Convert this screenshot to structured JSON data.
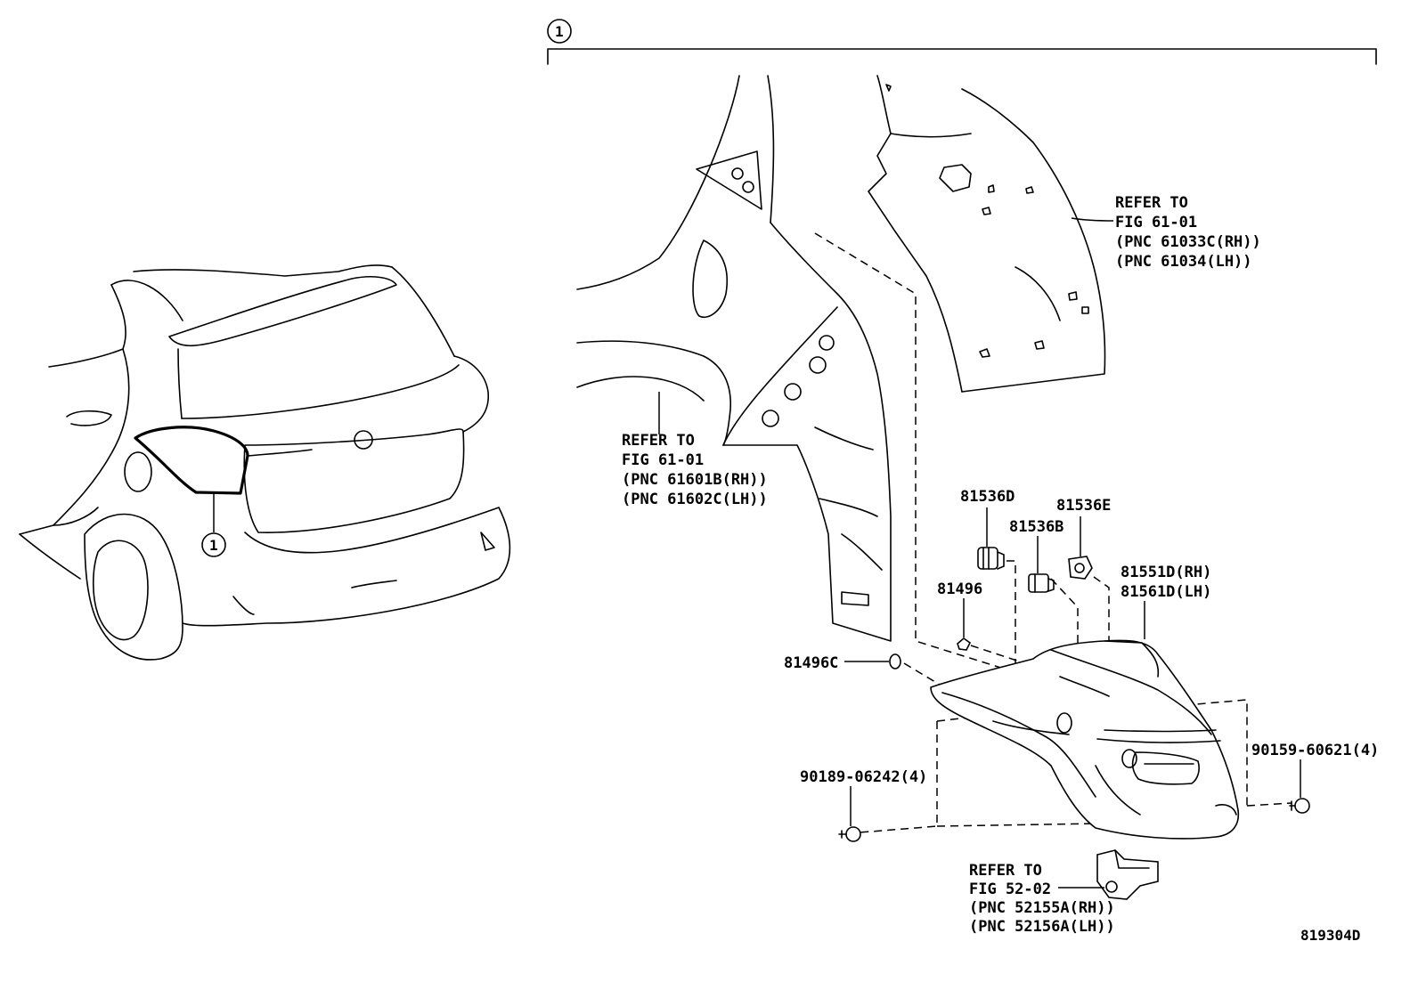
{
  "diagram": {
    "callout_marker": "1",
    "drawing_id": "819304D",
    "labels": {
      "refer_quarter_inner": [
        "REFER TO",
        "FIG 61-01",
        "(PNC 61033C(RH))",
        "(PNC 61034(LH))"
      ],
      "refer_quarter_outer": [
        "REFER TO",
        "FIG 61-01",
        "(PNC 61601B(RH))",
        "(PNC 61602C(LH))"
      ],
      "refer_bumper": [
        "REFER TO",
        "FIG 52-02",
        "(PNC 52155A(RH))",
        "(PNC 52156A(LH))"
      ],
      "p81536D": "81536D",
      "p81536B": "81536B",
      "p81536E": "81536E",
      "p81496": "81496",
      "p81496C": "81496C",
      "p81551D": "81551D(RH)",
      "p81561D": "81561D(LH)",
      "p90189": "90189-06242(4)",
      "p90159": "90159-60621(4)"
    }
  }
}
